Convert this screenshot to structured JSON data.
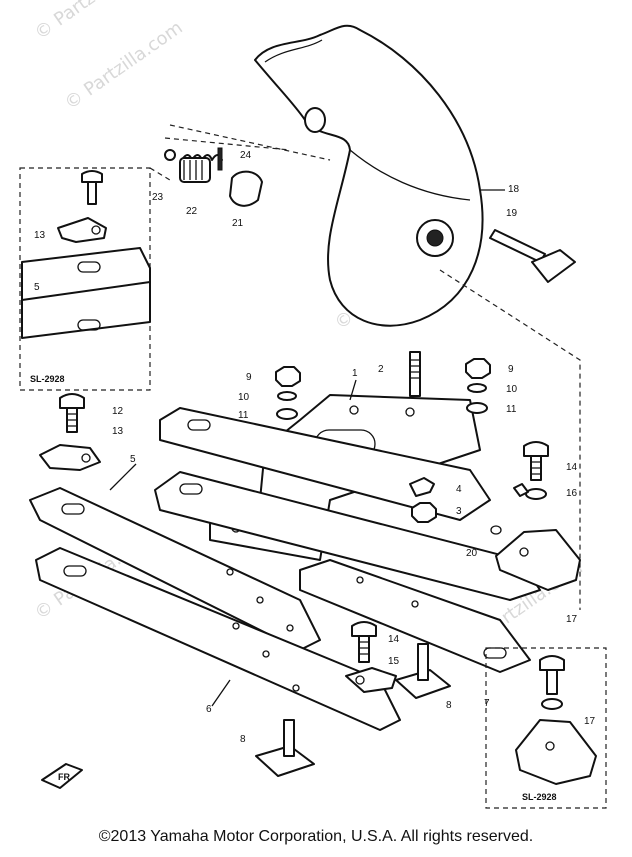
{
  "watermark": "© Partzilla.com",
  "reference_codes": [
    "SL-2928",
    "SL-2928"
  ],
  "fr_marker": "FR",
  "callouts": {
    "c1": "1",
    "c2": "2",
    "c3": "3",
    "c4": "4",
    "c5a": "5",
    "c5b": "5",
    "c6": "6",
    "c7": "7",
    "c8a": "8",
    "c8b": "8",
    "c9a": "9",
    "c9b": "9",
    "c10a": "10",
    "c10b": "10",
    "c11a": "11",
    "c11b": "11",
    "c12": "12",
    "c13a": "13",
    "c13b": "13",
    "c14a": "14",
    "c14b": "14",
    "c15": "15",
    "c16": "16",
    "c17a": "17",
    "c17b": "17",
    "c18": "18",
    "c19": "19",
    "c20": "20",
    "c21": "21",
    "c22": "22",
    "c23": "23",
    "c24": "24"
  },
  "copyright": "©2013  Yamaha Motor Corporation, U.S.A. All rights reserved."
}
